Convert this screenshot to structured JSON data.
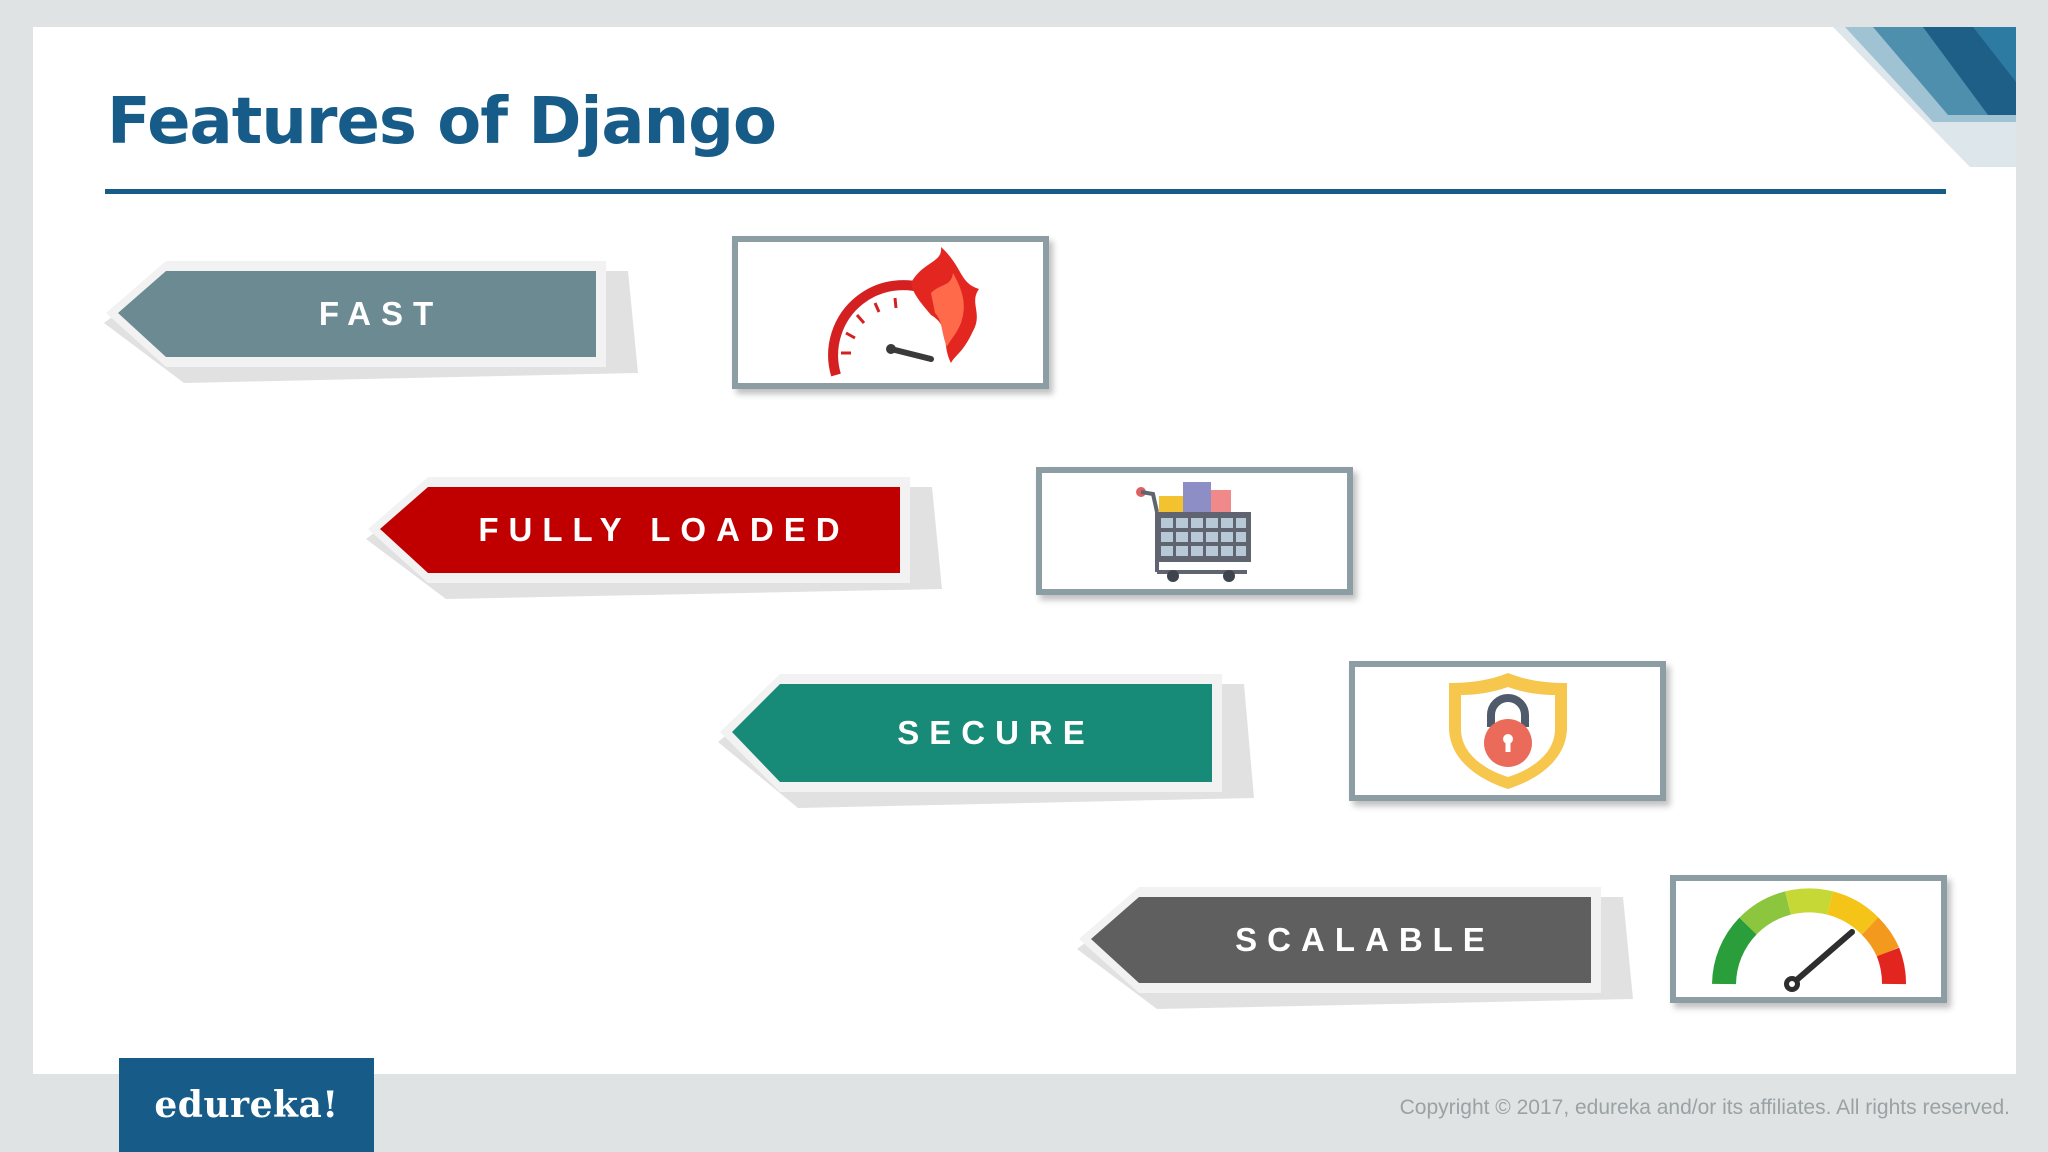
{
  "slide": {
    "title": "Features of Django"
  },
  "features": [
    {
      "label": "FAST",
      "color": "#6b8a92",
      "icon": "speedometer-flame-icon"
    },
    {
      "label": "FULLY LOADED",
      "color": "#c00000",
      "icon": "shopping-cart-icon"
    },
    {
      "label": "SECURE",
      "color": "#178a78",
      "icon": "shield-lock-icon"
    },
    {
      "label": "SCALABLE",
      "color": "#5f5f5f",
      "icon": "gauge-icon"
    }
  ],
  "footer": {
    "logo": "edureka!",
    "copyright": "Copyright © 2017, edureka and/or its affiliates. All rights reserved."
  },
  "colors": {
    "title": "#175c88",
    "rule": "#175c88",
    "box_border": "#8d9da4",
    "logo_bg": "#175c88"
  }
}
